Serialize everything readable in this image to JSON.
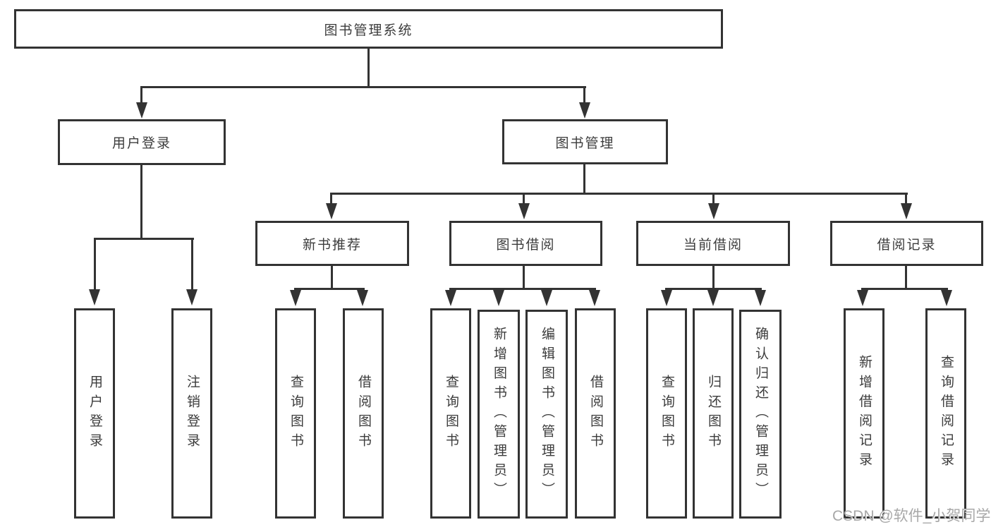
{
  "tree": {
    "label": "图书管理系统",
    "children": [
      {
        "label": "用户登录",
        "children": [
          {
            "label": "用户登录"
          },
          {
            "label": "注销登录"
          }
        ]
      },
      {
        "label": "图书管理",
        "children": [
          {
            "label": "新书推荐",
            "children": [
              {
                "label": "查询图书"
              },
              {
                "label": "借阅图书"
              }
            ]
          },
          {
            "label": "图书借阅",
            "children": [
              {
                "label": "查询图书"
              },
              {
                "label": "新增图书（管理员）"
              },
              {
                "label": "编辑图书（管理员）"
              },
              {
                "label": "借阅图书"
              }
            ]
          },
          {
            "label": "当前借阅",
            "children": [
              {
                "label": "查询图书"
              },
              {
                "label": "归还图书"
              },
              {
                "label": "确认归还（管理员）"
              }
            ]
          },
          {
            "label": "借阅记录",
            "children": [
              {
                "label": "新增借阅记录"
              },
              {
                "label": "查询借阅记录"
              }
            ]
          }
        ]
      }
    ]
  },
  "watermark": {
    "text": "CSDN @软件_小贺同学"
  },
  "colors": {
    "line": "#333333",
    "text": "#3c3c3c",
    "background": "#ffffff",
    "watermark": "#a8a8a8"
  }
}
